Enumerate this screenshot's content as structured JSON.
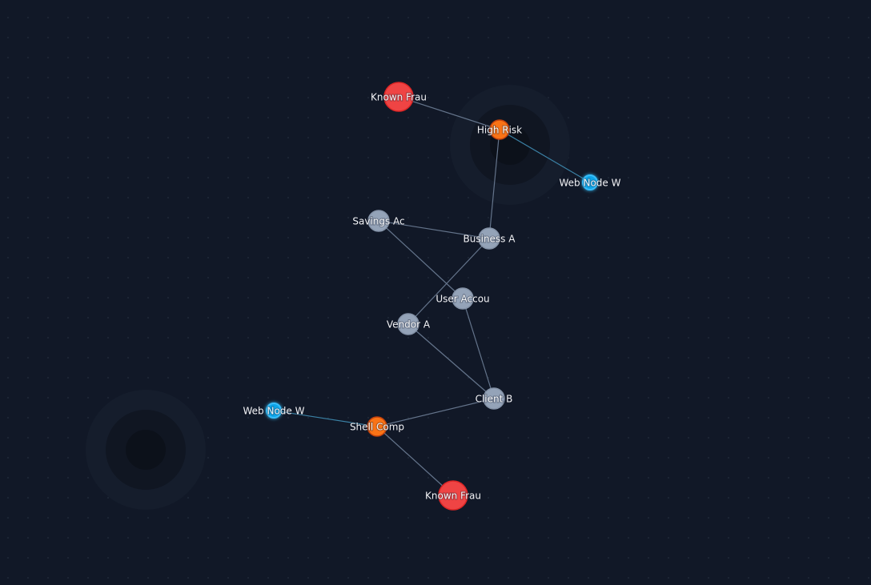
{
  "colors": {
    "background": "#111827",
    "grid_dot": "#1f2937",
    "edge": "#64748b",
    "edge_web": "#3b82a6",
    "fraud": "#ef4444",
    "high_risk": "#f97316",
    "web_node": "#0ea5e9",
    "account": "#94a3b8"
  },
  "graph": {
    "nodes": [
      {
        "id": "known-fraud-1",
        "label": "Known Frau",
        "type": "fraud"
      },
      {
        "id": "high-risk",
        "label": "High Risk",
        "type": "high_risk"
      },
      {
        "id": "web-node-1",
        "label": "Web Node W",
        "type": "web"
      },
      {
        "id": "savings",
        "label": "Savings Ac",
        "type": "account"
      },
      {
        "id": "business",
        "label": "Business A",
        "type": "account"
      },
      {
        "id": "user",
        "label": "User Accou",
        "type": "account"
      },
      {
        "id": "vendor",
        "label": "Vendor A",
        "type": "account"
      },
      {
        "id": "client",
        "label": "Client B",
        "type": "account"
      },
      {
        "id": "web-node-2",
        "label": "Web Node W",
        "type": "web"
      },
      {
        "id": "shell",
        "label": "Shell Comp",
        "type": "high_risk"
      },
      {
        "id": "known-fraud-2",
        "label": "Known Frau",
        "type": "fraud"
      }
    ],
    "edges": [
      {
        "from": "known-fraud-1",
        "to": "high-risk"
      },
      {
        "from": "high-risk",
        "to": "web-node-1"
      },
      {
        "from": "high-risk",
        "to": "business"
      },
      {
        "from": "savings",
        "to": "business"
      },
      {
        "from": "savings",
        "to": "user"
      },
      {
        "from": "business",
        "to": "vendor"
      },
      {
        "from": "user",
        "to": "client"
      },
      {
        "from": "vendor",
        "to": "client"
      },
      {
        "from": "client",
        "to": "shell"
      },
      {
        "from": "web-node-2",
        "to": "shell"
      },
      {
        "from": "shell",
        "to": "known-fraud-2"
      }
    ]
  }
}
